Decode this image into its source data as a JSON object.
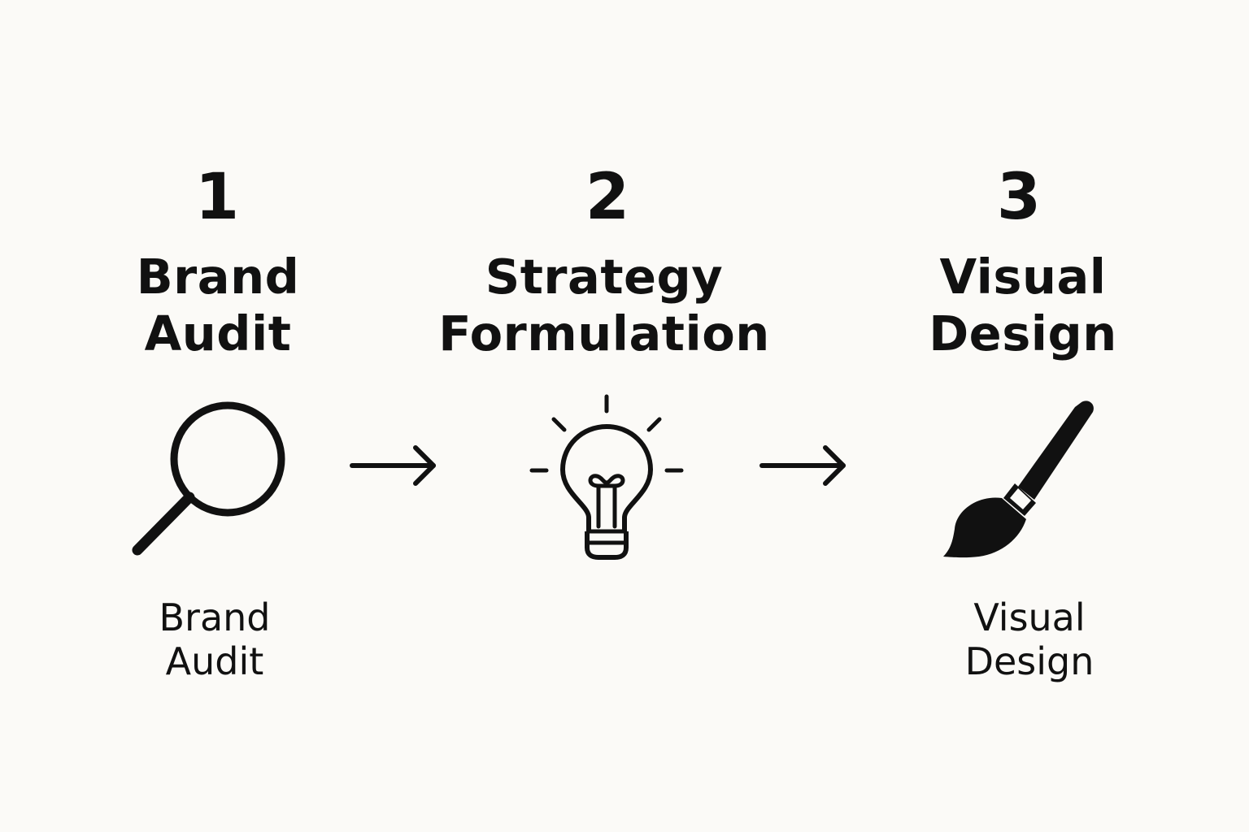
{
  "steps": [
    {
      "number": "1",
      "title_line1": "Brand",
      "title_line2": "Audit",
      "icon": "magnifying-glass-icon",
      "caption_line1": "Brand",
      "caption_line2": "Audit"
    },
    {
      "number": "2",
      "title_line1": "Strategy",
      "title_line2": "Formulation",
      "icon": "lightbulb-icon"
    },
    {
      "number": "3",
      "title_line1": "Visual",
      "title_line2": "Design",
      "icon": "paintbrush-icon",
      "caption_line1": "Visual",
      "caption_line2": "Design"
    }
  ],
  "connectors": [
    "arrow-right-icon",
    "arrow-right-icon"
  ],
  "colors": {
    "background": "#fbfaf7",
    "ink": "#111111"
  }
}
